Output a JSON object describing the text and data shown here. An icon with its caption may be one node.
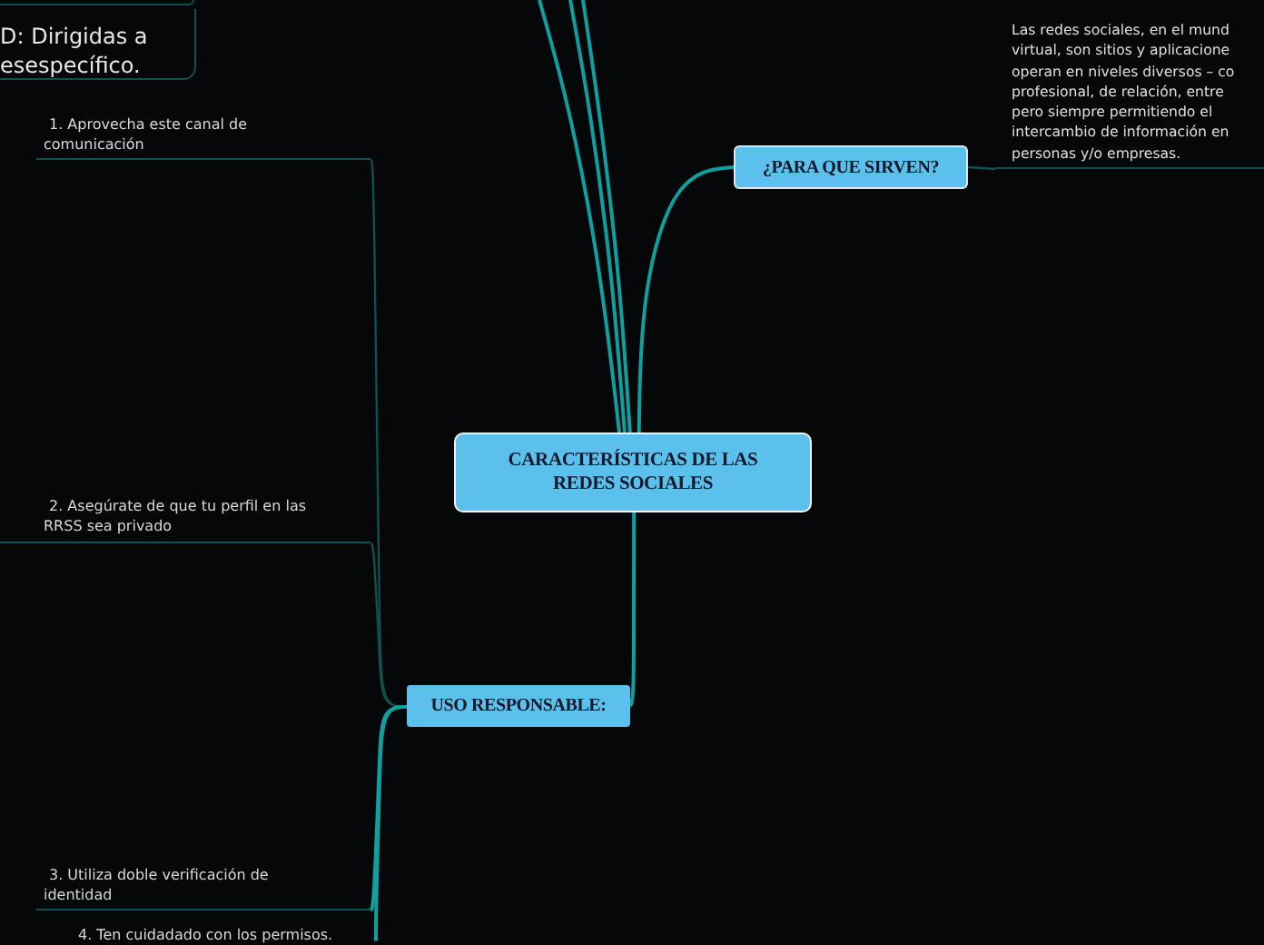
{
  "diagram": {
    "nodes": [
      {
        "text": [],
        "shape": "box"
      },
      {
        "text": [
          "D: Dirigidas a esespecífico."
        ]
      },
      {
        "text": [
          "Las redes sociales, en el mund virtual, son sitios y aplicacione operan en niveles diversos – co profesional, de relación, entre pero siempre permitiendo el intercambio de información en personas y/o empresas."
        ]
      },
      {
        "text": [
          "1. Aprovecha este canal de comunicación"
        ]
      },
      {
        "text": [
          "¿PARA QUE SIRVEN?"
        ]
      },
      {
        "text": [
          "CARACTERÍSTICAS DE LAS REDES SOCIALES"
        ]
      },
      {
        "text": [
          "2. Asegúrate de que tu perfil en las RRSS sea privado"
        ]
      },
      {
        "text": [
          "USO RESPONSABLE:"
        ]
      },
      {
        "text": [
          "3. Utiliza doble verificación de identidad"
        ]
      },
      {
        "text": [
          "4. Ten cuidadado con los permisos."
        ]
      }
    ],
    "edges": [
      {
        "from": 5,
        "to": 4,
        "arrow": "none"
      },
      {
        "from": 4,
        "to": 2,
        "arrow": "none",
        "color": "#124f4f"
      },
      {
        "from": 5,
        "to": null,
        "arrow": "none"
      },
      {
        "from": 5,
        "to": null,
        "arrow": "none"
      },
      {
        "from": 5,
        "to": null,
        "arrow": "none"
      },
      {
        "from": 5,
        "to": 7,
        "arrow": "none"
      },
      {
        "from": 7,
        "to": 3,
        "arrow": "none",
        "color": "#124f4f"
      },
      {
        "from": 7,
        "to": 6,
        "arrow": "none",
        "color": "#124f4f"
      },
      {
        "from": 7,
        "to": 8,
        "arrow": "none"
      },
      {
        "from": 7,
        "to": 9,
        "arrow": "none"
      }
    ]
  }
}
